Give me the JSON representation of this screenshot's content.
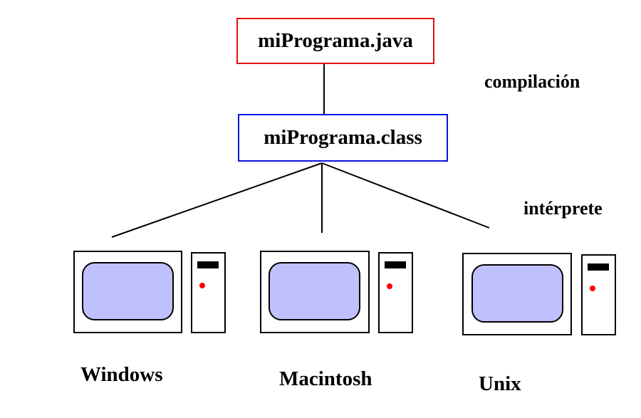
{
  "diagram": {
    "source_file": "miPrograma.java",
    "bytecode_file": "miPrograma.class",
    "compile_label": "compilación",
    "interpret_label": "intérprete",
    "platforms": [
      "Windows",
      "Macintosh",
      "Unix"
    ]
  },
  "colors": {
    "source_border": "#e01010",
    "bytecode_border": "#1010e0",
    "screen_fill": "#c0c0ff",
    "power_led": "#ff0000",
    "line": "#000000"
  }
}
